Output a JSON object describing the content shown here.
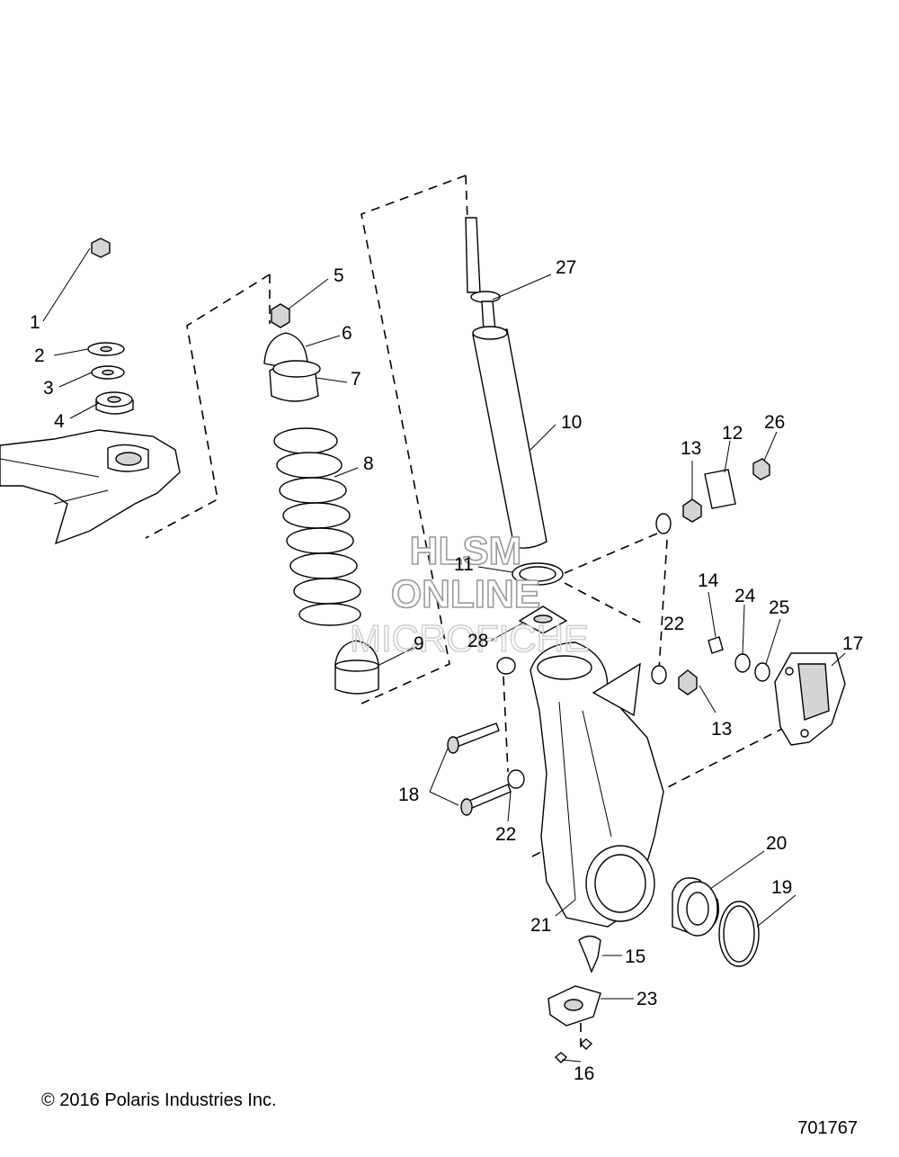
{
  "footer": {
    "copyright": "© 2016 Polaris Industries Inc.",
    "drawing_number": "701767"
  },
  "watermark": {
    "line1": "HLSM",
    "line2": "ONLINE",
    "line3": "MICROFICHE"
  },
  "callouts": {
    "c1": "1",
    "c2": "2",
    "c3": "3",
    "c4": "4",
    "c5": "5",
    "c6": "6",
    "c7": "7",
    "c8": "8",
    "c9": "9",
    "c10": "10",
    "c11": "11",
    "c12": "12",
    "c13a": "13",
    "c13b": "13",
    "c14": "14",
    "c15": "15",
    "c16": "16",
    "c17": "17",
    "c18": "18",
    "c19": "19",
    "c20": "20",
    "c21": "21",
    "c22a": "22",
    "c22b": "22",
    "c23": "23",
    "c24": "24",
    "c25": "25",
    "c26": "26",
    "c27": "27",
    "c28": "28"
  }
}
